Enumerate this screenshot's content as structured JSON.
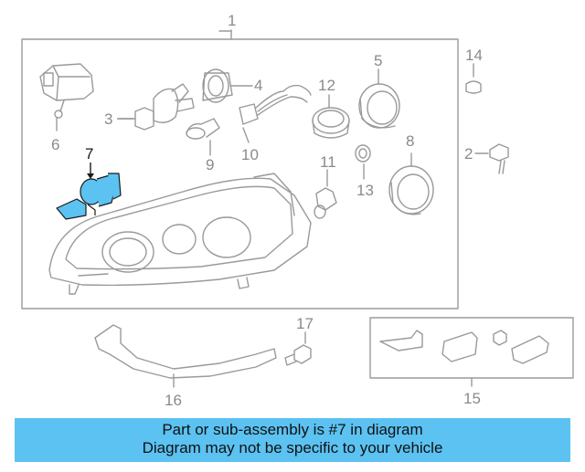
{
  "diagram": {
    "callouts": {
      "c1": "1",
      "c2": "2",
      "c3": "3",
      "c4": "4",
      "c5": "5",
      "c6": "6",
      "c7": "7",
      "c8": "8",
      "c9": "9",
      "c10": "10",
      "c11": "11",
      "c12": "12",
      "c13": "13",
      "c14": "14",
      "c15": "15",
      "c16": "16",
      "c17": "17"
    },
    "colors": {
      "line": "#9a9a9a",
      "highlight": "#5bc2f2",
      "highlight_stroke": "#1a1a1a",
      "banner": "#5bc2f2"
    }
  },
  "banner": {
    "line1": "Part or sub-assembly is #7 in diagram",
    "line2": "Diagram may not be specific to your vehicle"
  }
}
